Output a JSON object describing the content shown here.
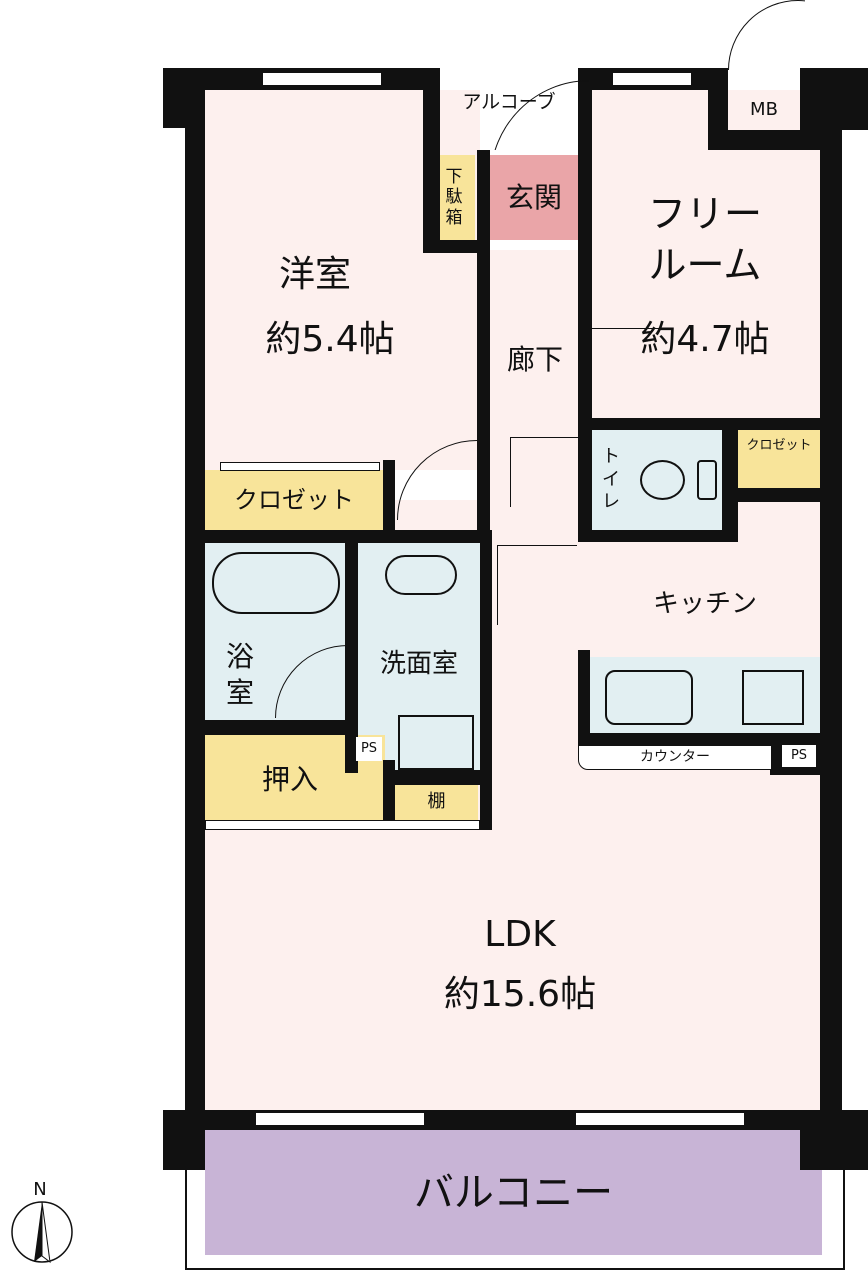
{
  "rooms": {
    "western_room": {
      "name": "洋室",
      "size": "約5.4帖"
    },
    "free_room": {
      "name": "フリー\nルーム",
      "size": "約4.7帖"
    },
    "ldk": {
      "name": "LDK",
      "size": "約15.6帖"
    },
    "hallway": "廊下",
    "entrance": "玄関",
    "alcove": "アルコーブ",
    "shoe_box": "下\n駄\n箱",
    "meter_box": "MB",
    "closet_western": "クロゼット",
    "closet_small": "クロゼット",
    "toilet": "ト\nイ\nレ",
    "kitchen": "キッチン",
    "counter": "カウンター",
    "ps_kitchen": "PS",
    "ps_wash": "PS",
    "bathroom": "浴\n室",
    "washroom": "洗面室",
    "oshiire": "押入",
    "shelf": "棚",
    "balcony": "バルコニー"
  },
  "compass": {
    "label": "N"
  },
  "colors": {
    "room": "#fdf0ee",
    "wet": "#e2eff2",
    "storage": "#f8e49a",
    "entrance": "#eaa5a8",
    "balcony": "#c8b4d6",
    "wall": "#111111"
  }
}
